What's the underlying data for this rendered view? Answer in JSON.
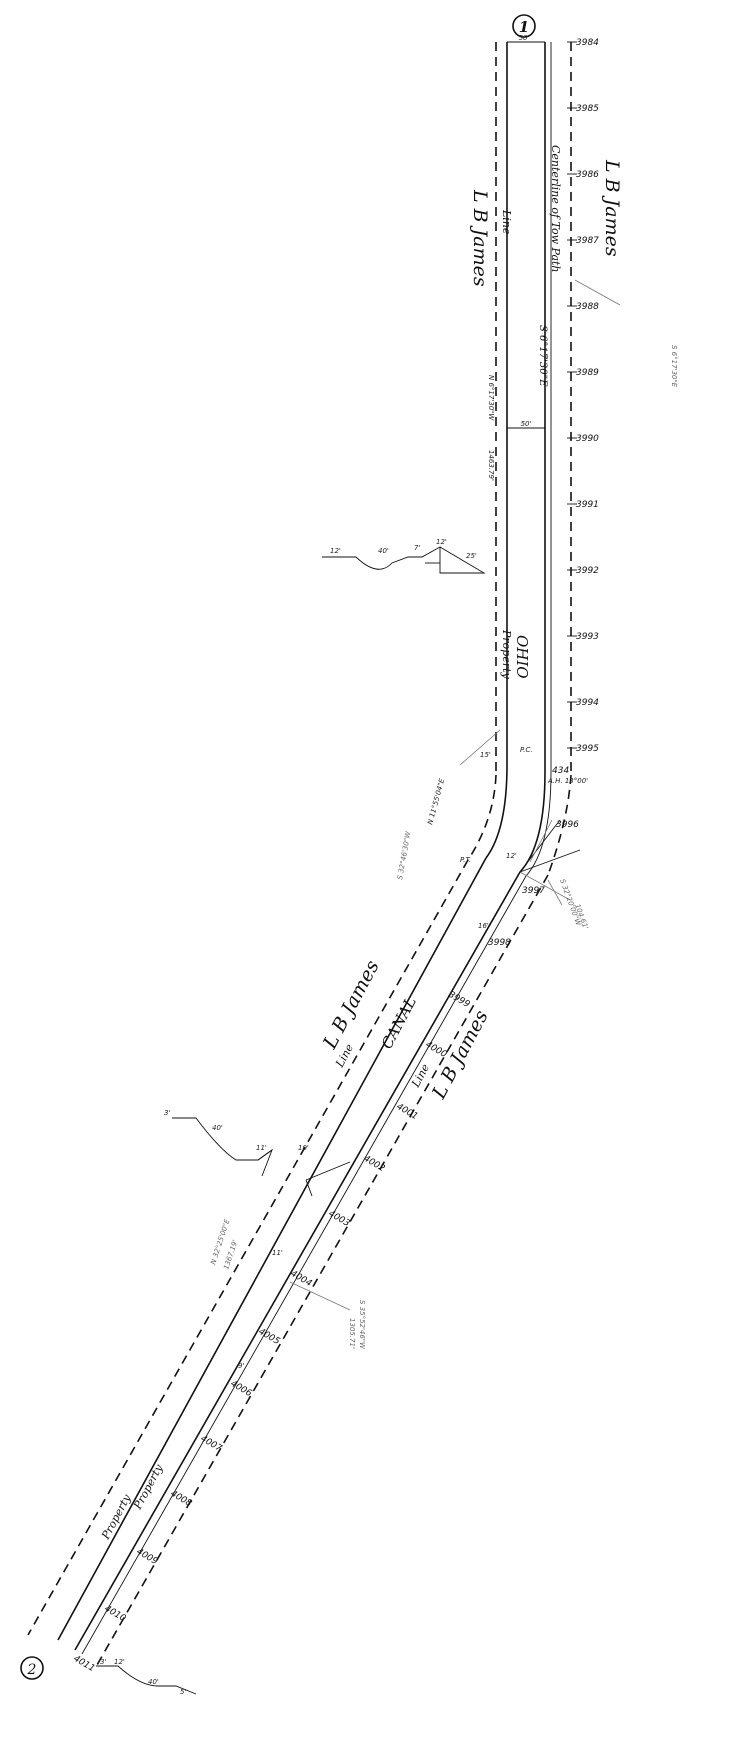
{
  "sheet": {
    "match_marks": {
      "top": "1",
      "bottom": "2"
    },
    "owners": {
      "east_upper": "L B James",
      "west_upper": "L B James",
      "west_lower": "L B James",
      "east_lower": "L B James"
    },
    "canal_words": {
      "upper": "OHIO",
      "lower": "CANAL"
    },
    "tow_path_note": "Centerline of Tow Path",
    "berm_text": "Line",
    "row_words": {
      "upper": "Property",
      "lower": "Property",
      "lower_2": "Property"
    },
    "width_50": "50'",
    "bearings": {
      "upper": "N 6°17'30\"W",
      "upper_length": "1463.79'",
      "tow_path": "S 6°17'30\"E",
      "curve_upper": "N 11°55'04\"E",
      "curve_lower": "S 32°46'30\"W",
      "lower_1": "N 32°25'00\"E",
      "lower_1_length": "1367.19'",
      "lower_2": "S 35°52'46\"W",
      "lower_2_length": "1305.71'",
      "curve_label": "S 32°20'00\"W",
      "curve_len": "104.61'"
    },
    "ah_note": "A.H. 13°00'",
    "sta_434": "434",
    "east_stations": [
      "3984",
      "3985",
      "3986",
      "3987",
      "3988",
      "3989",
      "3990",
      "3991",
      "3992",
      "3993",
      "3994",
      "3995"
    ],
    "curve_stations": [
      "3996",
      "3997",
      "3998"
    ],
    "lower_stations": [
      "3999",
      "4000",
      "4001",
      "4002",
      "4003",
      "4004",
      "4005",
      "4006",
      "4007",
      "4008",
      "4009",
      "4010",
      "4011"
    ],
    "cross_sections": {
      "upper": [
        "12'",
        "40'",
        "7'",
        "12'",
        "25'"
      ],
      "middle": [
        "3'",
        "40'",
        "11'"
      ],
      "bottom": [
        "3'",
        "12'",
        "40'",
        "5'"
      ]
    },
    "pt_label": "P.T.",
    "pc_label": "P.C.",
    "misc_labels": [
      "15'",
      "12'",
      "16'",
      "10'",
      "11'",
      "9'"
    ]
  }
}
